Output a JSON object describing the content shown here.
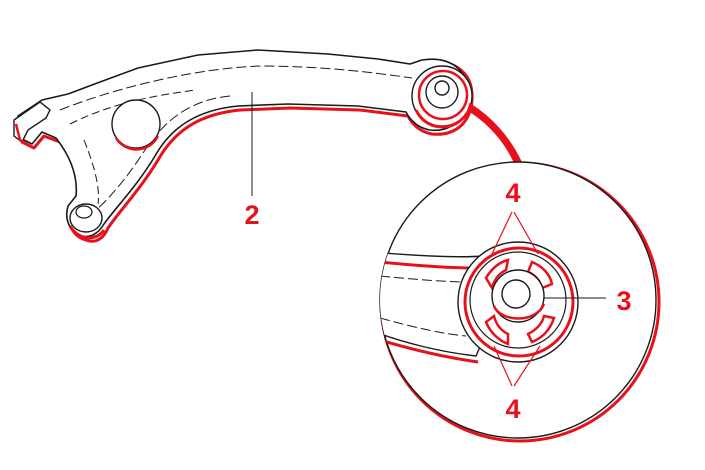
{
  "colors": {
    "accent": "#e8101a",
    "outline": "#1a1a1a",
    "background": "#ffffff"
  },
  "callouts": {
    "arm": "2",
    "bushing": "3",
    "slot_top": "4",
    "slot_bottom": "4"
  }
}
